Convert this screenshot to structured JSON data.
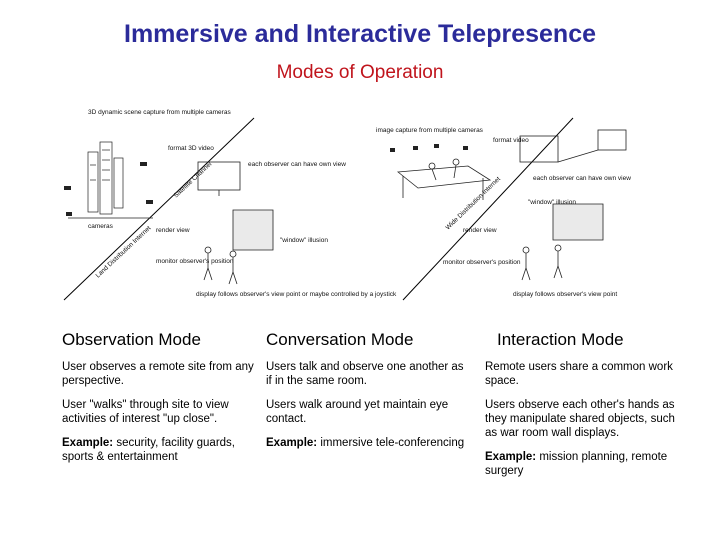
{
  "header": {
    "title": "Immersive and Interactive Telepresence",
    "subtitle": "Modes of Operation"
  },
  "figure": {
    "labels": {
      "capture_scene": "3D dynamic scene capture from multiple cameras",
      "format_3d": "format 3D video",
      "each_observer_left": "each observer can have own view",
      "cameras": "cameras",
      "render_left": "render view",
      "window_left": "\"window\" illusion",
      "monitor_left": "monitor observer's position",
      "display_left": "display follows observer's view point or maybe controlled by a joystick",
      "diag_left_top": "Satellite Channel",
      "diag_left_bottom": "Land Distribution Internet",
      "image_capture": "image capture from multiple cameras",
      "format_video": "format video",
      "each_observer_right": "each observer can have own view",
      "diag_right": "Wide Distribution Internet",
      "window_right": "\"window\" illusion",
      "render_right": "render view",
      "monitor_right": "monitor observer's position",
      "display_right": "display follows observer's view point"
    }
  },
  "columns": [
    {
      "heading": "Observation Mode",
      "p1": "User observes a remote site from any perspective.",
      "p2": "User \"walks\" through site to view activities of interest \"up close\".",
      "example_label": "Example:",
      "example_text": " security, facility guards, sports & entertainment"
    },
    {
      "heading": "Conversation Mode",
      "p1": "Users talk and observe one another as if in the same room.",
      "p2": "Users walk around yet maintain eye contact.",
      "example_label": "Example:",
      "example_text": " immersive tele-conferencing"
    },
    {
      "heading": "Interaction Mode",
      "p1": "Remote users share a common work space.",
      "p2": "Users observe each other's hands as they manipulate shared objects, such as war room wall displays.",
      "example_label": "Example:",
      "example_text": " mission planning, remote surgery"
    }
  ]
}
